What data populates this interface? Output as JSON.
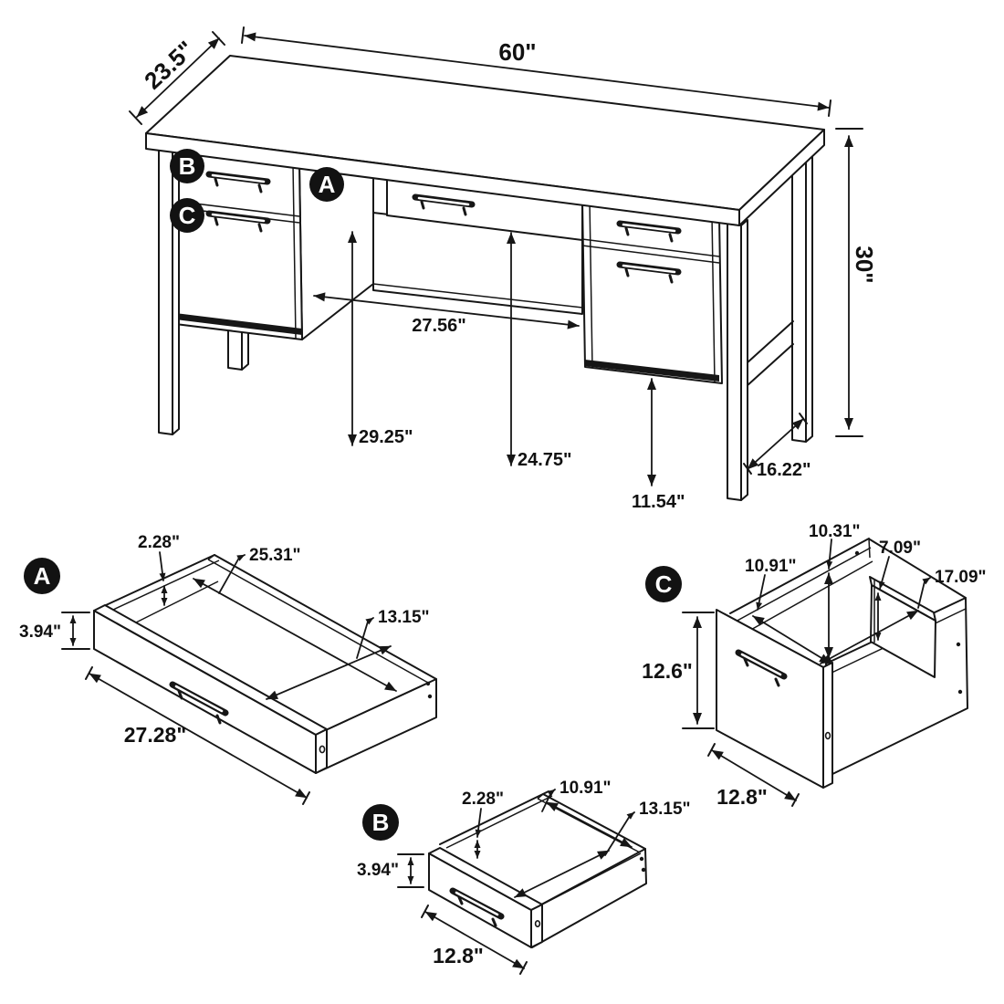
{
  "desk": {
    "badges": {
      "a": "A",
      "b": "B",
      "c": "C"
    },
    "dims": {
      "top_width": "60\"",
      "top_depth": "23.5\"",
      "height": "30\"",
      "kneehole_width": "27.56\"",
      "desktop_clearance": "29.25\"",
      "knee_clearance": "24.75\"",
      "pedestal_floor_gap": "11.54\"",
      "leg_depth": "16.22\""
    }
  },
  "drawer_a": {
    "badge": "A",
    "dims": {
      "wall_thickness": "2.28\"",
      "inner_width": "25.31\"",
      "inner_depth": "13.15\"",
      "height": "3.94\"",
      "width": "27.28\""
    }
  },
  "drawer_b": {
    "badge": "B",
    "dims": {
      "wall_thickness": "2.28\"",
      "inner_width": "10.91\"",
      "inner_depth": "13.15\"",
      "height": "3.94\"",
      "width": "12.8\""
    }
  },
  "cabinet_c": {
    "badge": "C",
    "dims": {
      "inner_width": "10.91\"",
      "inner_height": "10.31\"",
      "divider_height": "7.09\"",
      "inner_depth": "17.09\"",
      "front_height": "12.6\"",
      "width": "12.8\""
    }
  }
}
